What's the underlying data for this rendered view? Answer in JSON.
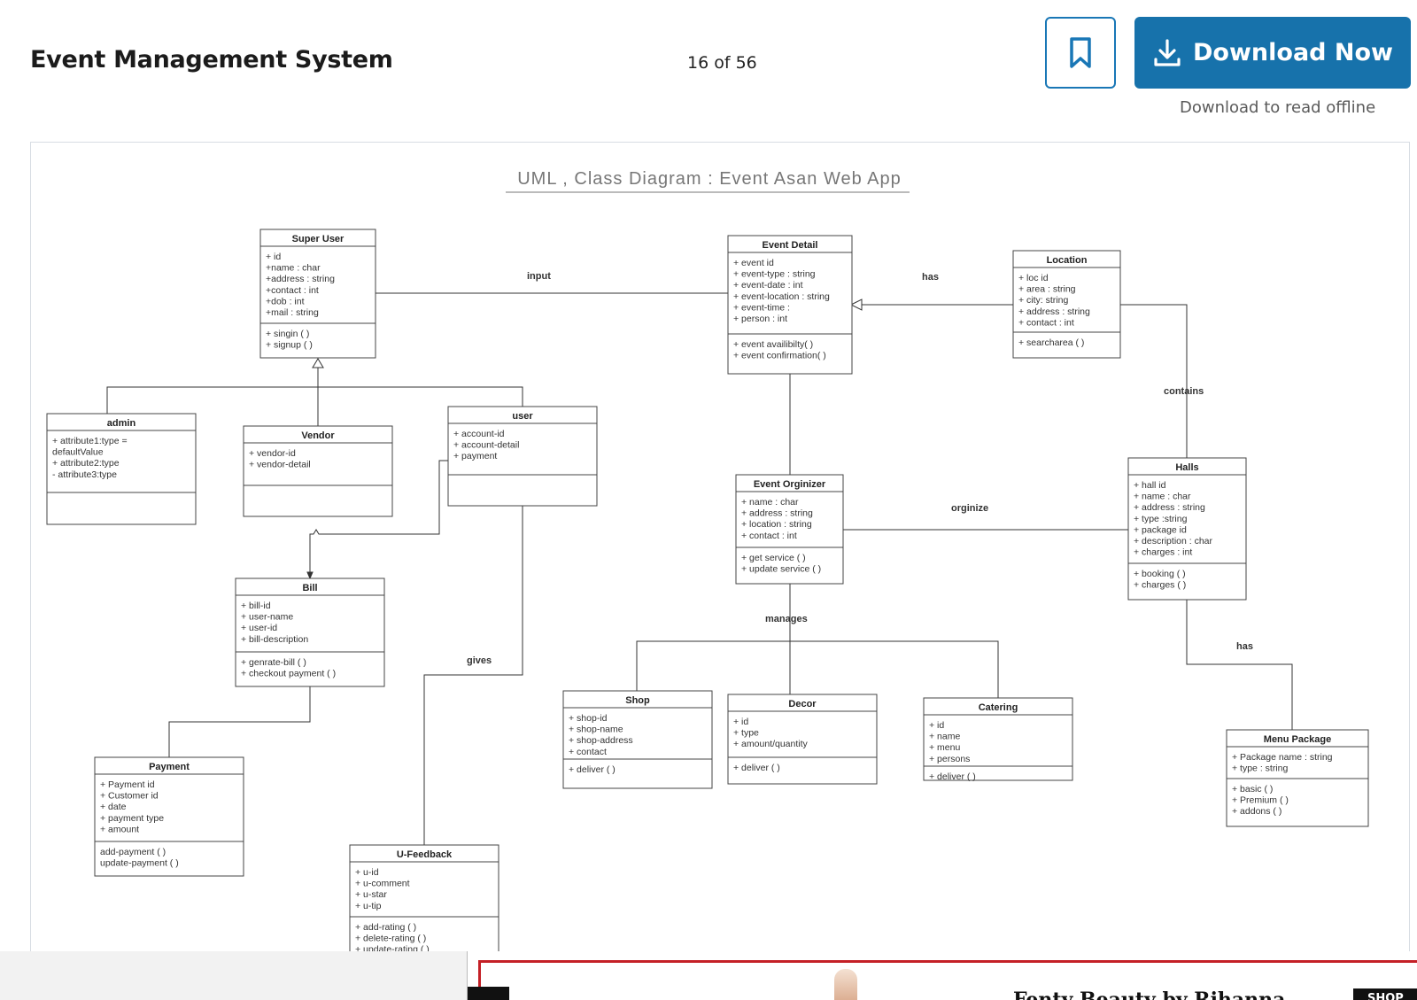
{
  "header": {
    "title": "Event Management System",
    "page_indicator": "16 of 56",
    "bookmark_icon": "bookmark-icon",
    "download_icon": "download-icon",
    "download_label": "Download Now",
    "download_sub": "Download to read offline"
  },
  "diagram": {
    "title": "UML , Class Diagram : Event Asan Web App",
    "classes": [
      {
        "id": "superuser",
        "name": "Super User",
        "attrs": [
          "+ id",
          "+name : char",
          "+address : string",
          "+contact : int",
          "+dob : int",
          "+mail : string"
        ],
        "methods": [
          "+ singin ( )",
          "+ signup ( )"
        ]
      },
      {
        "id": "admin",
        "name": "admin",
        "attrs": [
          "+ attribute1:type =",
          "defaultValue",
          "+ attribute2:type",
          "- attribute3:type"
        ],
        "methods": []
      },
      {
        "id": "vendor",
        "name": "Vendor",
        "attrs": [
          "+ vendor-id",
          "+ vendor-detail"
        ],
        "methods": []
      },
      {
        "id": "user",
        "name": "user",
        "attrs": [
          "+ account-id",
          "+ account-detail",
          "+ payment"
        ],
        "methods": []
      },
      {
        "id": "bill",
        "name": "Bill",
        "attrs": [
          "+ bill-id",
          "+ user-name",
          "+ user-id",
          "+ bill-description"
        ],
        "methods": [
          "+ genrate-bill ( )",
          "+ checkout payment ( )"
        ]
      },
      {
        "id": "payment",
        "name": "Payment",
        "attrs": [
          "+ Payment id",
          "+ Customer id",
          "+ date",
          "+ payment type",
          "+ amount"
        ],
        "methods": [
          "add-payment ( )",
          "update-payment ( )"
        ]
      },
      {
        "id": "ufeedback",
        "name": "U-Feedback",
        "attrs": [
          "+ u-id",
          "+ u-comment",
          "+ u-star",
          "+ u-tip"
        ],
        "methods": [
          "+ add-rating ( )",
          "+ delete-rating ( )",
          "+ update-rating ( )"
        ]
      },
      {
        "id": "eventdetail",
        "name": "Event Detail",
        "attrs": [
          "+ event id",
          "+ event-type : string",
          "+ event-date : int",
          "+ event-location : string",
          "+ event-time :",
          "+ person : int"
        ],
        "methods": [
          "+ event availibilty( )",
          "+ event confirmation( )"
        ]
      },
      {
        "id": "location",
        "name": "Location",
        "attrs": [
          "+ loc id",
          "+ area : string",
          "+ city: string",
          "+ address : string",
          "+ contact : int"
        ],
        "methods": [
          "+ searcharea ( )"
        ]
      },
      {
        "id": "organizer",
        "name": "Event Orginizer",
        "attrs": [
          "+ name : char",
          "+ address : string",
          "+ location : string",
          "+ contact : int"
        ],
        "methods": [
          "+ get service ( )",
          "+ update service ( )"
        ]
      },
      {
        "id": "halls",
        "name": "Halls",
        "attrs": [
          "+ hall id",
          "+ name : char",
          "+ address : string",
          "+ type :string",
          "+ package id",
          "+ description : char",
          "+ charges : int"
        ],
        "methods": [
          "+ booking ( )",
          "+ charges ( )"
        ]
      },
      {
        "id": "shop",
        "name": "Shop",
        "attrs": [
          "+ shop-id",
          "+ shop-name",
          "+ shop-address",
          "+ contact"
        ],
        "methods": [
          "+ deliver ( )"
        ]
      },
      {
        "id": "decor",
        "name": "Decor",
        "attrs": [
          "+ id",
          "+ type",
          "+ amount/quantity"
        ],
        "methods": [
          "+ deliver (  )"
        ]
      },
      {
        "id": "catering",
        "name": "Catering",
        "attrs": [
          "+ id",
          "+ name",
          "+ menu",
          "+ persons"
        ],
        "methods": [
          "+ deliver ( )"
        ]
      },
      {
        "id": "menupackage",
        "name": "Menu Package",
        "attrs": [
          "+ Package name : string",
          "+ type : string"
        ],
        "methods": [
          "+ basic ( )",
          "+ Premium (  )",
          "+ addons ( )"
        ]
      }
    ],
    "labels": {
      "input": "input",
      "has_top": "has",
      "contains": "contains",
      "orginize": "orginize",
      "manages": "manages",
      "gives": "gives",
      "has_bottom": "has"
    }
  },
  "ad": {
    "headline": "Fenty Beauty by Rihanna",
    "cta": "SHOP"
  }
}
